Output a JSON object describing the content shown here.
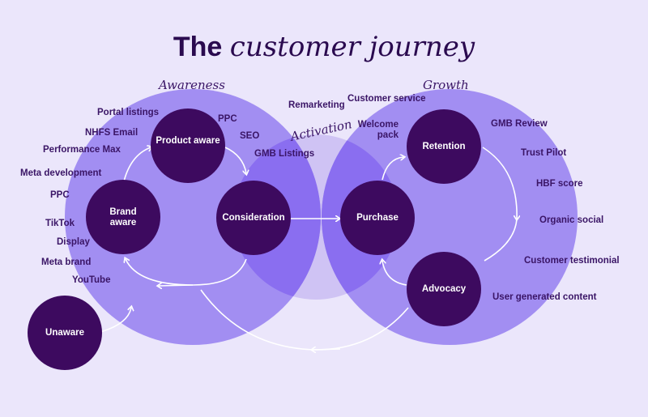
{
  "title": {
    "bold": "The",
    "italic": "customer journey"
  },
  "phases": {
    "awareness": "Awareness",
    "activation": "Activation",
    "growth": "Growth"
  },
  "nodes": {
    "product_aware": "Product aware",
    "brand_aware": "Brand aware",
    "consideration": "Consideration",
    "purchase": "Purchase",
    "retention": "Retention",
    "advocacy": "Advocacy",
    "unaware": "Unaware"
  },
  "awareness_channels": {
    "portal_listings": "Portal listings",
    "ppc_top": "PPC",
    "nhfs_email": "NHFS Email",
    "seo": "SEO",
    "performance_max": "Performance Max",
    "gmb_listings": "GMB Listings",
    "meta_development": "Meta development",
    "ppc": "PPC",
    "tiktok": "TikTok",
    "display": "Display",
    "meta_brand": "Meta brand",
    "youtube": "YouTube"
  },
  "activation_channels": {
    "remarketing": "Remarketing",
    "customer_service": "Customer service",
    "welcome_pack": "Welcome pack"
  },
  "growth_channels": {
    "gmb_review": "GMB Review",
    "trust_pilot": "Trust Pilot",
    "hbf_score": "HBF score",
    "organic_social": "Organic social",
    "customer_testimonial": "Customer testimonial",
    "user_generated_content": "User generated content"
  },
  "colors": {
    "background": "#ebe6fb",
    "big_circle": "#a28ef2",
    "overlap": "#8a6ef0",
    "activation_circle": "#cfc3f4",
    "node": "#3d0a5f",
    "text": "#3a1566"
  }
}
